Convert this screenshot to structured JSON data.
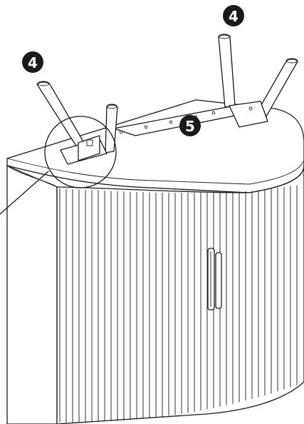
{
  "callouts": {
    "leg_left": "4",
    "leg_right": "4",
    "mounting_plate": "5"
  },
  "colors": {
    "line": "#1a1a1a",
    "badge_fill": "#1a1a1a",
    "badge_text": "#ffffff",
    "background": "#ffffff"
  }
}
